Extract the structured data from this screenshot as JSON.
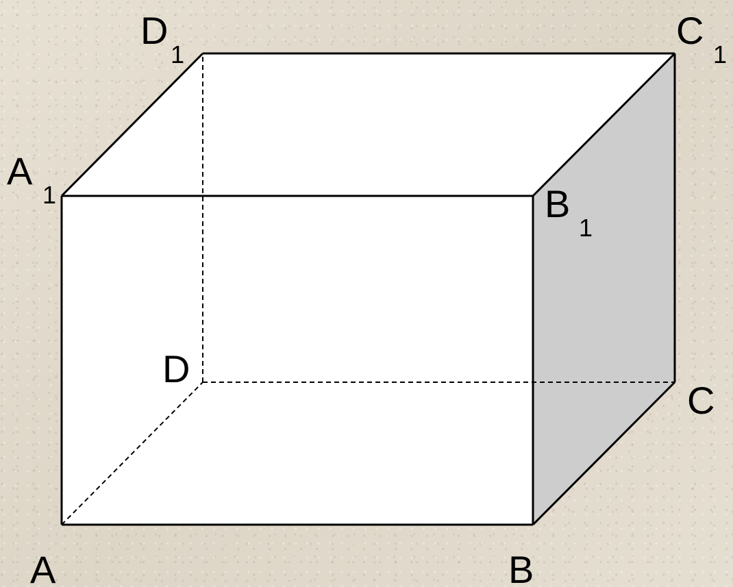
{
  "vertices": {
    "A": {
      "letter": "A",
      "subscript": ""
    },
    "B": {
      "letter": "B",
      "subscript": ""
    },
    "C": {
      "letter": "C",
      "subscript": ""
    },
    "D": {
      "letter": "D",
      "subscript": ""
    },
    "A1": {
      "letter": "A",
      "subscript": "1"
    },
    "B1": {
      "letter": "B",
      "subscript": "1"
    },
    "C1": {
      "letter": "C",
      "subscript": "1"
    },
    "D1": {
      "letter": "D",
      "subscript": "1"
    }
  },
  "colors": {
    "edge": "#000000",
    "face_front": "#ffffff",
    "face_top": "#ffffff",
    "face_right": "#cdcdcd",
    "background": "#e3dccf"
  }
}
